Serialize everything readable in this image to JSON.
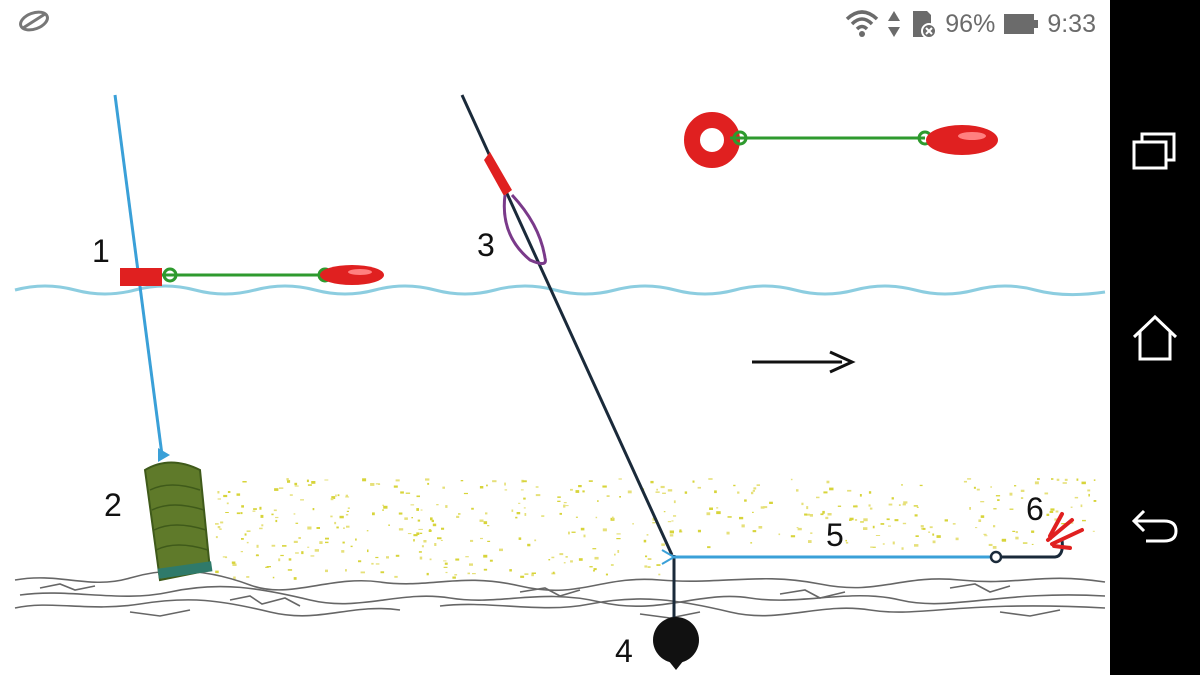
{
  "status_bar": {
    "battery_percent": "96%",
    "time": "9:33",
    "icons": [
      "app-notification-icon",
      "wifi-icon",
      "data-arrows-icon",
      "sd-card-icon",
      "battery-icon"
    ]
  },
  "navigation_bar": {
    "buttons": [
      {
        "name": "recent-apps-button",
        "icon": "recent-apps-icon"
      },
      {
        "name": "home-button",
        "icon": "home-icon"
      },
      {
        "name": "back-button",
        "icon": "back-icon"
      }
    ]
  },
  "diagram": {
    "labels": {
      "l1": "1",
      "l2": "2",
      "l3": "3",
      "l4": "4",
      "l5": "5",
      "l6": "6"
    },
    "colors": {
      "mainline": "#3aa0d8",
      "rod_line": "#1a2a3a",
      "float_red": "#e02020",
      "marker_green": "#2e9a2e",
      "water": "#8ccde0",
      "feeder": "#5f7a2a",
      "groundbait": "#d7d43a",
      "bottom": "#666666"
    }
  }
}
